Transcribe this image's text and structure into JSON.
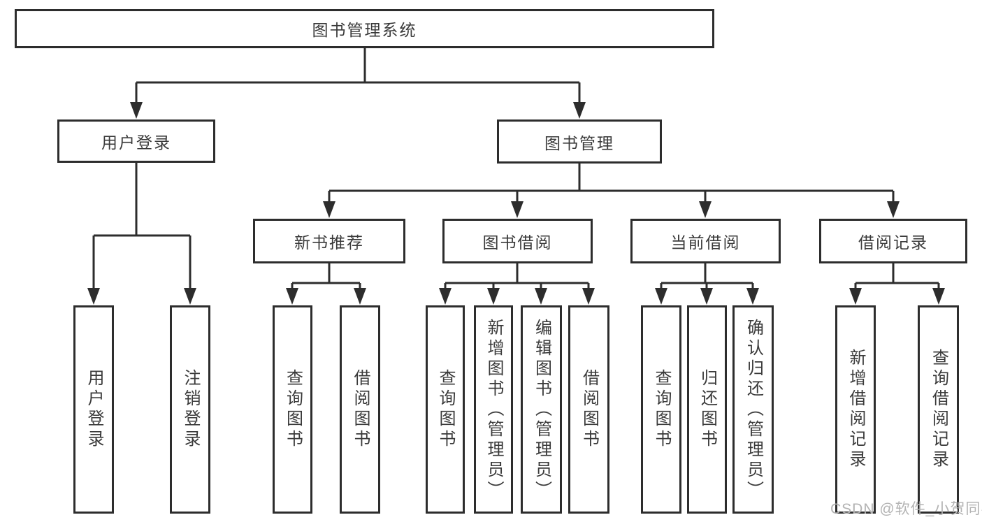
{
  "diagram": {
    "root": {
      "label": "图书管理系统"
    },
    "login": {
      "label": "用户登录",
      "children": [
        {
          "label": "用户登录"
        },
        {
          "label": "注销登录"
        }
      ]
    },
    "mgmt": {
      "label": "图书管理",
      "sections": [
        {
          "label": "新书推荐",
          "children": [
            {
              "label": "查询图书"
            },
            {
              "label": "借阅图书"
            }
          ]
        },
        {
          "label": "图书借阅",
          "children": [
            {
              "label": "查询图书"
            },
            {
              "label": "新增图书（管理员）"
            },
            {
              "label": "编辑图书（管理员）"
            },
            {
              "label": "借阅图书"
            }
          ]
        },
        {
          "label": "当前借阅",
          "children": [
            {
              "label": "查询图书"
            },
            {
              "label": "归还图书"
            },
            {
              "label": "确认归还（管理员）"
            }
          ]
        },
        {
          "label": "借阅记录",
          "children": [
            {
              "label": "新增借阅记录"
            },
            {
              "label": "查询借阅记录"
            }
          ]
        }
      ]
    },
    "watermark": "CSDN @软件_小贺同学"
  },
  "colors": {
    "line": "#2d2d2d",
    "text": "#3a3a3a",
    "watermark": "#b3b3b3",
    "background": "#ffffff"
  }
}
